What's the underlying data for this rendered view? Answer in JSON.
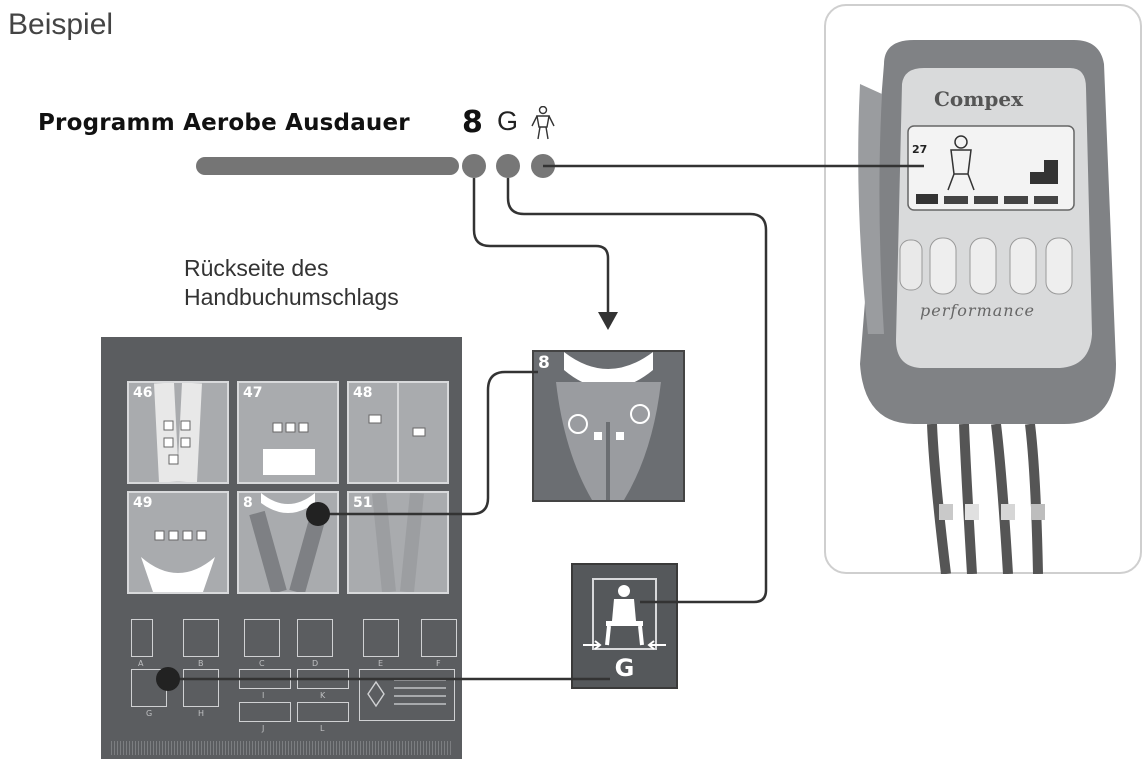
{
  "title": "Beispiel",
  "program": {
    "name": "Programm Aerobe Ausdauer",
    "number": "8",
    "letter": "G",
    "icon": "standing-person-icon"
  },
  "back_cover": {
    "line1": "Rückseite des",
    "line2": "Handbuchumschlags"
  },
  "poster": {
    "cells": [
      "46",
      "47",
      "48",
      "49",
      "8",
      "51"
    ],
    "position_letters": [
      "A",
      "B",
      "C",
      "D",
      "E",
      "F",
      "G",
      "H",
      "I",
      "J",
      "K",
      "L"
    ]
  },
  "zoom_electrodes": {
    "number": "8"
  },
  "zoom_position": {
    "letter": "G"
  },
  "device": {
    "brand": "Compex",
    "model": "performance",
    "screen": {
      "timer": "27"
    }
  },
  "colors": {
    "connector": "#333333",
    "bar": "#757575",
    "poster_bg": "#5b5d60",
    "device_body": "#808285"
  }
}
